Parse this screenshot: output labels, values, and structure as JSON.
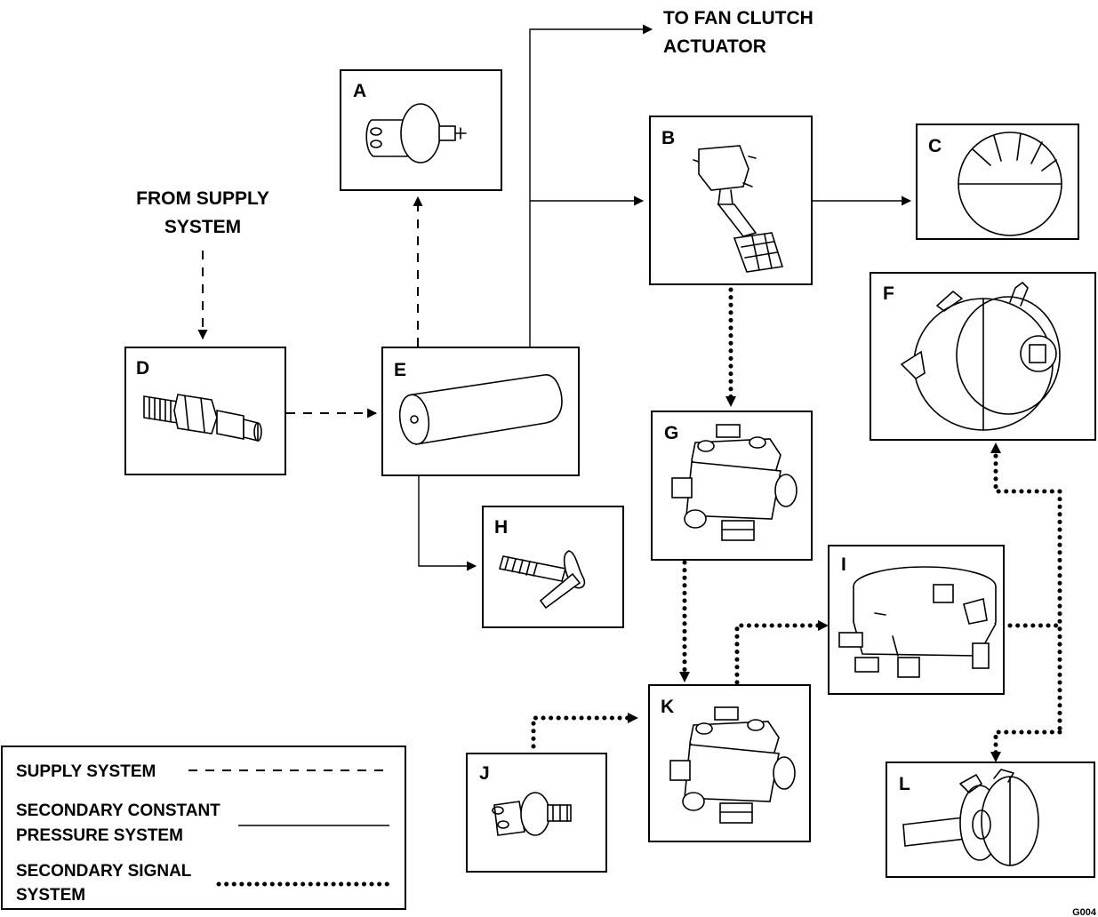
{
  "components": {
    "A": "A",
    "B": "B",
    "C": "C",
    "D": "D",
    "E": "E",
    "F": "F",
    "G": "G",
    "H": "H",
    "I": "I",
    "J": "J",
    "K": "K",
    "L": "L"
  },
  "flow_labels": {
    "to_fan_clutch_line1": "TO FAN CLUTCH",
    "to_fan_clutch_line2": "ACTUATOR",
    "from_supply_line1": "FROM SUPPLY",
    "from_supply_line2": "SYSTEM"
  },
  "legend": {
    "supply_system": "SUPPLY SYSTEM",
    "secondary_constant_line1": "SECONDARY CONSTANT",
    "secondary_constant_line2": "PRESSURE SYSTEM",
    "secondary_signal_line1": "SECONDARY SIGNAL",
    "secondary_signal_line2": "SYSTEM"
  },
  "figure_code": "G004"
}
